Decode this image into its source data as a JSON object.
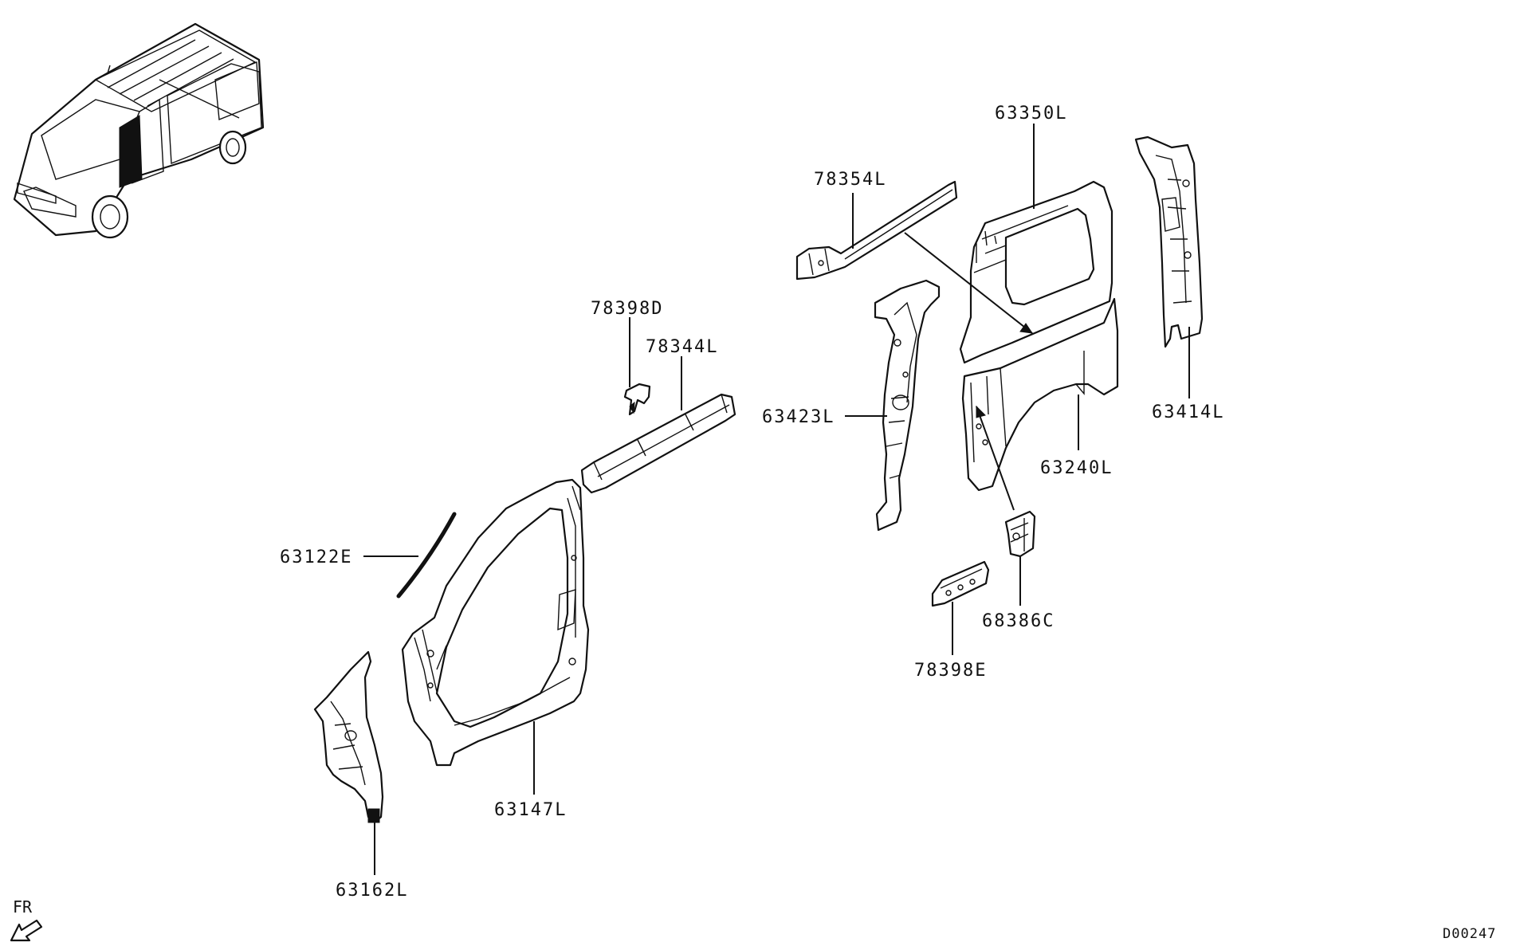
{
  "parts": [
    {
      "id": "63350L",
      "label": "63350L"
    },
    {
      "id": "78354L",
      "label": "78354L"
    },
    {
      "id": "78398D",
      "label": "78398D"
    },
    {
      "id": "78344L",
      "label": "78344L"
    },
    {
      "id": "63423L",
      "label": "63423L"
    },
    {
      "id": "63414L",
      "label": "63414L"
    },
    {
      "id": "63240L",
      "label": "63240L"
    },
    {
      "id": "63122E",
      "label": "63122E"
    },
    {
      "id": "68386C",
      "label": "68386C"
    },
    {
      "id": "78398E",
      "label": "78398E"
    },
    {
      "id": "63147L",
      "label": "63147L"
    },
    {
      "id": "63162L",
      "label": "63162L"
    }
  ],
  "orientation": {
    "label": "FR"
  },
  "diagram_code": "D00247"
}
